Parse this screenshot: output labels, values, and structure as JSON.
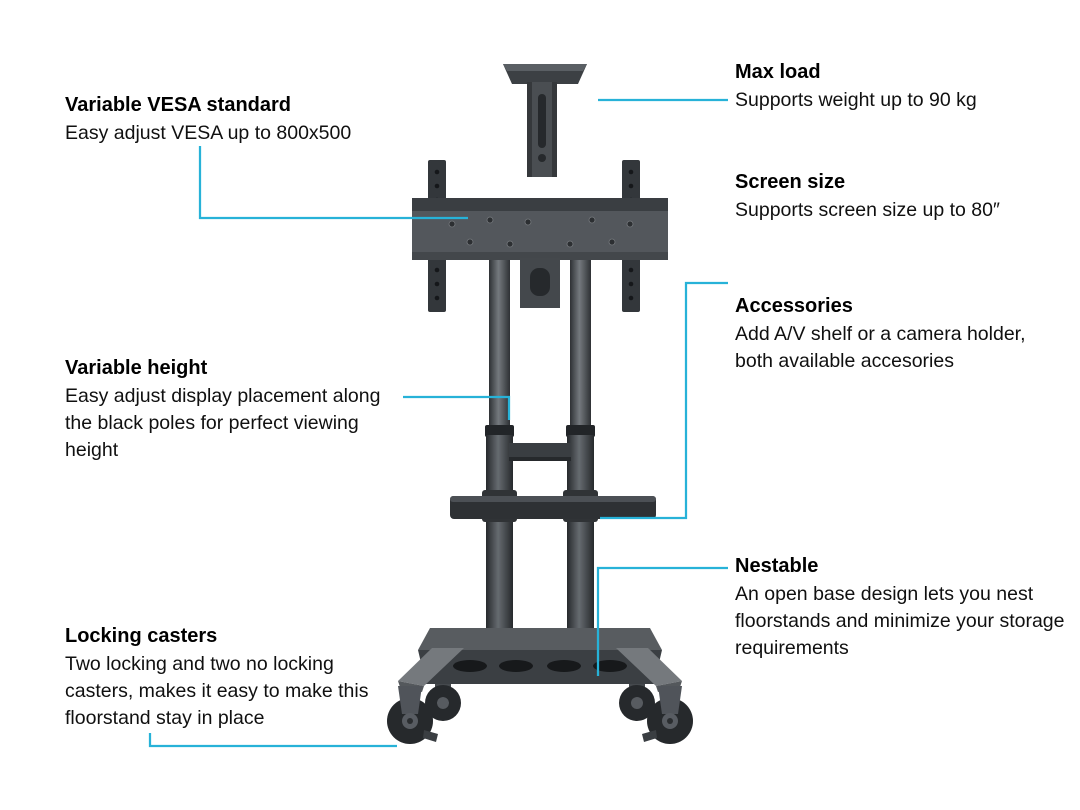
{
  "colors": {
    "accent_line": "#27b2d8",
    "text": "#000000",
    "background": "#ffffff",
    "stand_dark": "#33373b",
    "stand_mid": "#53575c",
    "stand_light": "#75797d"
  },
  "callouts": {
    "left": [
      {
        "title": "Variable VESA standard",
        "description": "Easy adjust VESA up to 800x500"
      },
      {
        "title": "Variable height",
        "description": "Easy adjust display placement along the black poles for perfect viewing height"
      },
      {
        "title": "Locking casters",
        "description": "Two locking and two no locking casters, makes it easy to make this floorstand stay in place"
      }
    ],
    "right": [
      {
        "title": "Max load",
        "description": "Supports weight up to 90 kg"
      },
      {
        "title": "Screen size",
        "description": "Supports screen size up to 80″"
      },
      {
        "title": "Accessories",
        "description": "Add A/V shelf or a camera holder, both available accesories"
      },
      {
        "title": "Nestable",
        "description": "An open base design lets you nest floorstands and minimize your storage requirements"
      }
    ]
  }
}
